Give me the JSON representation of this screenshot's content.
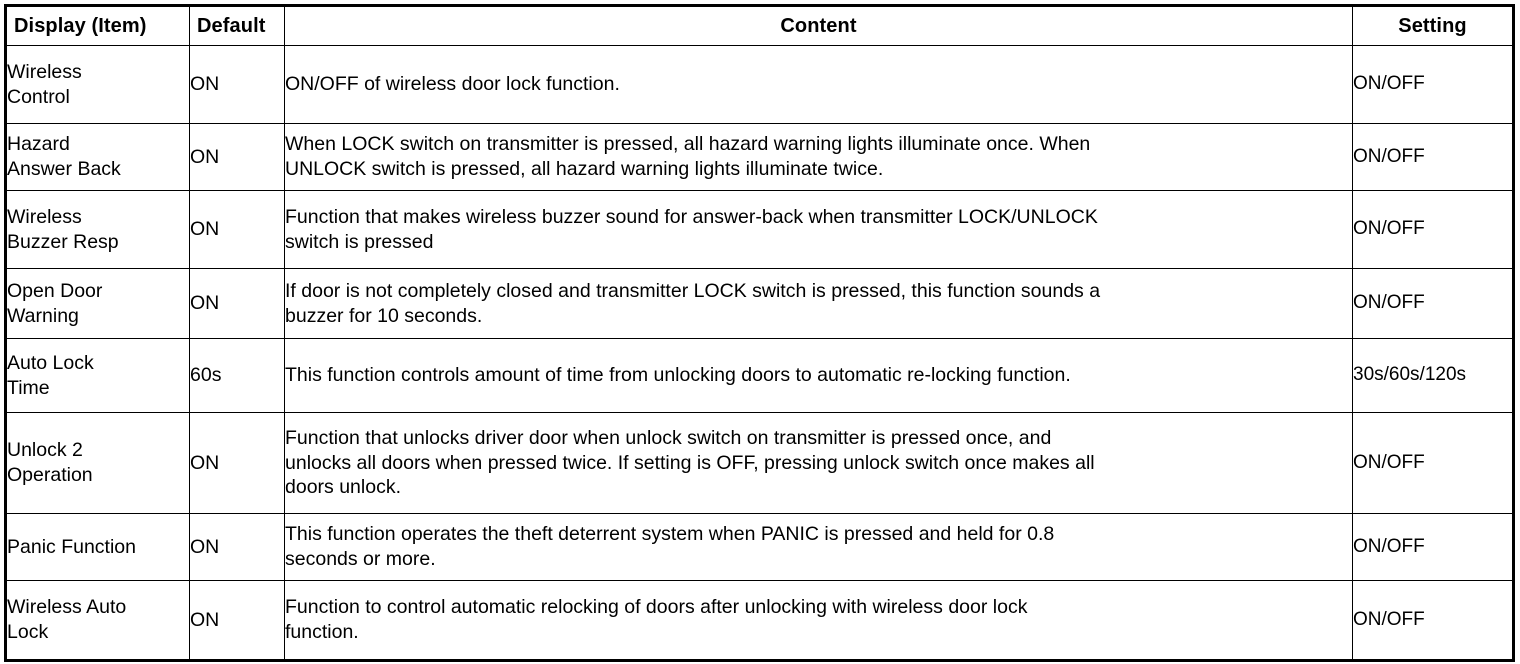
{
  "table": {
    "columns": [
      {
        "key": "item",
        "label": "Display (Item)"
      },
      {
        "key": "default",
        "label": "Default"
      },
      {
        "key": "content",
        "label": "Content"
      },
      {
        "key": "setting",
        "label": "Setting"
      }
    ],
    "rows": [
      {
        "item_lines": [
          "Wireless",
          "Control"
        ],
        "default": "ON",
        "content_lines": [
          "ON/OFF of wireless door lock function."
        ],
        "setting": "ON/OFF"
      },
      {
        "item_lines": [
          "Hazard",
          "Answer Back"
        ],
        "default": "ON",
        "content_lines": [
          "When LOCK switch on transmitter is pressed, all hazard warning lights illuminate once. When",
          "UNLOCK switch is pressed, all hazard warning lights illuminate twice."
        ],
        "setting": "ON/OFF"
      },
      {
        "item_lines": [
          "Wireless",
          "Buzzer Resp"
        ],
        "default": "ON",
        "content_lines": [
          "Function that makes wireless buzzer sound for answer-back when transmitter LOCK/UNLOCK",
          "switch is pressed"
        ],
        "setting": "ON/OFF"
      },
      {
        "item_lines": [
          "Open Door",
          "Warning"
        ],
        "default": "ON",
        "content_lines": [
          "If door is not completely closed and transmitter LOCK switch is pressed, this function sounds a",
          "buzzer for 10 seconds."
        ],
        "setting": "ON/OFF"
      },
      {
        "item_lines": [
          "Auto Lock",
          "Time"
        ],
        "default": "60s",
        "content_lines": [
          "This function controls amount of time from unlocking doors to automatic re-locking function."
        ],
        "setting": "30s/60s/120s"
      },
      {
        "item_lines": [
          "Unlock 2",
          "Operation"
        ],
        "default": "ON",
        "content_lines": [
          "Function that unlocks driver door when unlock switch on transmitter is pressed once, and",
          "unlocks all doors when pressed twice. If setting is OFF, pressing unlock switch once makes all",
          "doors unlock."
        ],
        "setting": "ON/OFF"
      },
      {
        "item_lines": [
          "Panic Function"
        ],
        "default": "ON",
        "content_lines": [
          "This function operates the theft deterrent system when PANIC is pressed and held for 0.8",
          "seconds or more."
        ],
        "setting": "ON/OFF"
      },
      {
        "item_lines": [
          "Wireless Auto",
          "Lock"
        ],
        "default": "ON",
        "content_lines": [
          "Function to control automatic relocking of doors after unlocking with wireless door lock",
          "function."
        ],
        "setting": "ON/OFF"
      }
    ]
  },
  "colors": {
    "border": "#000000",
    "background": "#ffffff",
    "text": "#000000"
  }
}
